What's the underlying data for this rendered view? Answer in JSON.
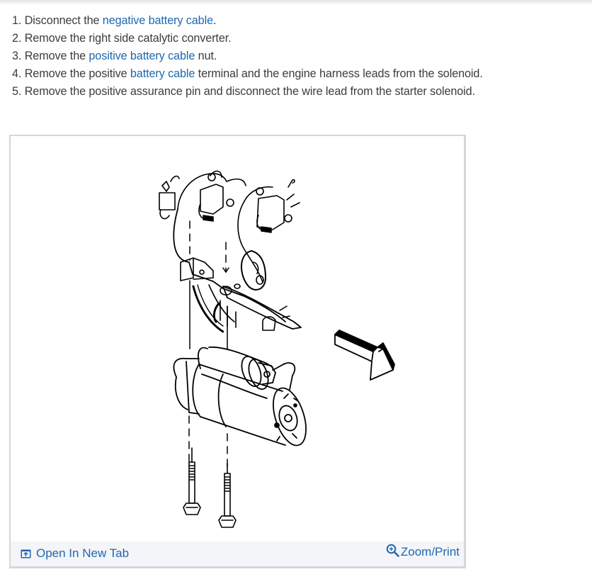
{
  "steps": [
    {
      "number": "1.",
      "parts": [
        {
          "text": "Disconnect the ",
          "link": false
        },
        {
          "text": "negative battery cable",
          "link": true
        },
        {
          "text": ".",
          "link": false
        }
      ]
    },
    {
      "number": "2.",
      "parts": [
        {
          "text": "Remove the right side catalytic converter.",
          "link": false
        }
      ]
    },
    {
      "number": "3.",
      "parts": [
        {
          "text": "Remove the ",
          "link": false
        },
        {
          "text": "positive battery cable",
          "link": true
        },
        {
          "text": " nut.",
          "link": false
        }
      ]
    },
    {
      "number": "4.",
      "parts": [
        {
          "text": "Remove the positive ",
          "link": false
        },
        {
          "text": "battery cable",
          "link": true
        },
        {
          "text": " terminal and the engine harness leads from the solenoid.",
          "link": false
        }
      ]
    },
    {
      "number": "5.",
      "parts": [
        {
          "text": "Remove the positive assurance pin and disconnect the wire lead from the starter solenoid.",
          "link": false
        }
      ]
    }
  ],
  "figure": {
    "alt": "Starter motor removal diagram: starter, mounting bolts, engine block with spark plugs, front direction arrow",
    "footer": {
      "open_tab_label": "Open In New Tab",
      "open_tab_icon": "open-in-new-tab-icon",
      "zoom_label": "Zoom/Print",
      "zoom_icon": "zoom-in-icon"
    }
  },
  "colors": {
    "text": "#3c3c3c",
    "link": "#1f67b1",
    "footer_bg": "#f3f5f8",
    "frame_border": "#d6d6d6"
  }
}
